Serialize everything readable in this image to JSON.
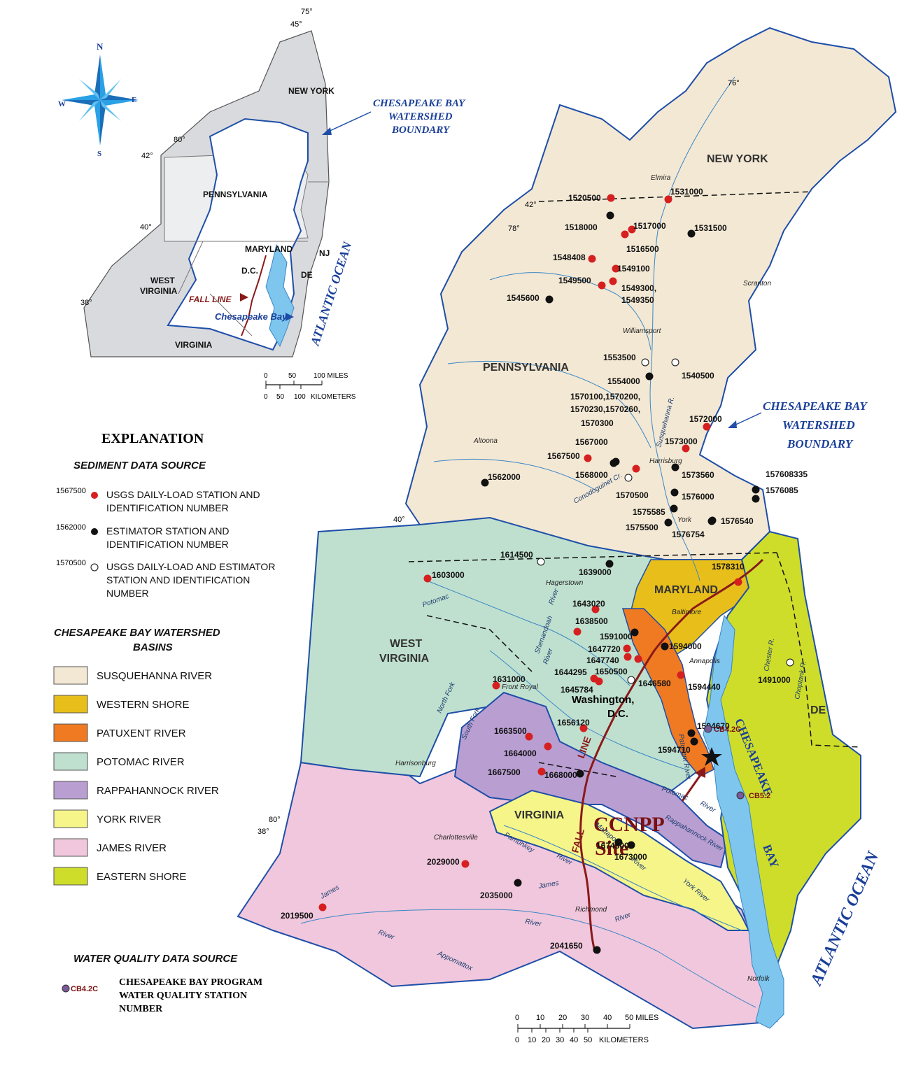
{
  "explanation": {
    "title": "EXPLANATION",
    "sediment_header": "SEDIMENT DATA SOURCE",
    "sediment_items": [
      {
        "code": "1567500",
        "text1": "USGS DAILY-LOAD STATION AND",
        "text2": "IDENTIFICATION NUMBER",
        "text3": "",
        "color": "#d62020"
      },
      {
        "code": "1562000",
        "text1": "ESTIMATOR STATION AND",
        "text2": "IDENTIFICATION NUMBER",
        "text3": "",
        "color": "#111111"
      },
      {
        "code": "1570500",
        "text1": "USGS DAILY-LOAD AND ESTIMATOR",
        "text2": "STATION AND IDENTIFICATION",
        "text3": "NUMBER",
        "color": "#ffffff"
      }
    ],
    "basins_header1": "CHESAPEAKE BAY WATERSHED",
    "basins_header2": "BASINS",
    "basins": [
      {
        "name": "SUSQUEHANNA RIVER",
        "color": "#f3e8d4"
      },
      {
        "name": "WESTERN SHORE",
        "color": "#e8bf1a"
      },
      {
        "name": "PATUXENT RIVER",
        "color": "#ef7a22"
      },
      {
        "name": "POTOMAC RIVER",
        "color": "#bfe0cf"
      },
      {
        "name": "RAPPAHANNOCK RIVER",
        "color": "#b99ed2"
      },
      {
        "name": "YORK RIVER",
        "color": "#f6f58a"
      },
      {
        "name": "JAMES RIVER",
        "color": "#f0c7dc"
      },
      {
        "name": "EASTERN SHORE",
        "color": "#cedd2a"
      }
    ],
    "wq_header": "WATER QUALITY DATA SOURCE",
    "wq_code": "CB4.2C",
    "wq_text1": "CHESAPEAKE BAY PROGRAM",
    "wq_text2": "WATER QUALITY STATION",
    "wq_text3": "NUMBER"
  },
  "inset": {
    "states": {
      "new_york": "NEW YORK",
      "pennsylvania": "PENNSYLVANIA",
      "maryland": "MARYLAND",
      "nj": "NJ",
      "dc": "D.C.",
      "de": "DE",
      "west": "WEST",
      "virginia_w": "VIRGINIA",
      "virginia": "VIRGINIA"
    },
    "watershed_label1": "CHESAPEAKE BAY",
    "watershed_label2": "WATERSHED",
    "watershed_label3": "BOUNDARY",
    "fall_line": "FALL LINE",
    "bay": "Chesapeake Bay",
    "ocean": "ATLANTIC OCEAN",
    "grid": {
      "lon75": "75°",
      "lat45": "45°",
      "lon80": "80°",
      "lat42": "42°",
      "lat40": "40°",
      "lat38": "38°"
    },
    "scale": {
      "miles": [
        "0",
        "50",
        "100 MILES"
      ],
      "km": [
        "0",
        "50",
        "100",
        "KILOMETERS"
      ]
    }
  },
  "compass": {
    "n": "N",
    "s": "S",
    "e": "E",
    "w": "W"
  },
  "main": {
    "states": {
      "new_york": "NEW YORK",
      "pennsylvania": "PENNSYLVANIA",
      "maryland": "MARYLAND",
      "west": "WEST",
      "virginia_w": "VIRGINIA",
      "virginia": "VIRGINIA",
      "de": "DE"
    },
    "watershed_label1": "CHESAPEAKE BAY",
    "watershed_label2": "WATERSHED",
    "watershed_label3": "BOUNDARY",
    "ocean": "ATLANTIC OCEAN",
    "bay1": "CHESAPEAKE",
    "bay2": "BAY",
    "fall": "FALL",
    "line": "LINE",
    "site1": "CCNPP",
    "site2": "Site",
    "grid": {
      "lon76": "76°",
      "lon78": "78°",
      "lon80": "80°",
      "lat42": "42°",
      "lat40": "40°",
      "lat38": "38°"
    },
    "cities": {
      "elmira": "Elmira",
      "scranton": "Scranton",
      "williamsport": "Williamsport",
      "altoona": "Altoona",
      "harrisburg": "Harrisburg",
      "york": "York",
      "hagerstown": "Hagerstown",
      "baltimore": "Baltimore",
      "annapolis": "Annapolis",
      "washington": "Washington,",
      "dc": "D.C.",
      "front_royal": "Front Royal",
      "harrisonburg": "Harrisonburg",
      "charlottesville": "Charlottesville",
      "richmond": "Richmond",
      "norfolk": "Norfolk"
    },
    "rivers": {
      "susquehanna": "Susquehanna R.",
      "conodoguinet": "Conodoguinet Cr.",
      "potomac_n": "Potomac",
      "shenandoah": "Shenandoah",
      "river_a": "River",
      "river_b": "River",
      "north_fork": "North Fork",
      "south_fork": "South Fork",
      "patuxent": "Patuxent River",
      "potomac_s": "Potomac",
      "river_c": "River",
      "rappahannock": "Rappahannock River",
      "york": "York River",
      "pamunkey": "Pamunkey",
      "river_d": "River",
      "mattaponi": "Mattaponi",
      "river_e": "River",
      "james_w": "James",
      "river_f": "River",
      "james_e": "James",
      "river_g": "River",
      "river_h": "River",
      "appomattox": "Appomattox",
      "chester": "Chester R.",
      "choptank": "Choptank R."
    },
    "stations": [
      {
        "id": "1520500",
        "type": "red"
      },
      {
        "id": "1531000",
        "type": "red"
      },
      {
        "id": "1518000",
        "type": "black"
      },
      {
        "id": "1517000",
        "type": "red"
      },
      {
        "id": "1531500",
        "type": "black"
      },
      {
        "id": "1516500",
        "type": "red"
      },
      {
        "id": "1548408",
        "type": "red"
      },
      {
        "id": "1549100",
        "type": "red"
      },
      {
        "id": "1549500",
        "type": "red"
      },
      {
        "id": "1549300,",
        "type": "red"
      },
      {
        "id": "1549350",
        "type": "none"
      },
      {
        "id": "1545600",
        "type": "black"
      },
      {
        "id": "1553500",
        "type": "white"
      },
      {
        "id": "1540500",
        "type": "white"
      },
      {
        "id": "1554000",
        "type": "black"
      },
      {
        "id": "1570100,1570200,",
        "type": "none"
      },
      {
        "id": "1570230,1570260,",
        "type": "none"
      },
      {
        "id": "1570300",
        "type": "red"
      },
      {
        "id": "1572000",
        "type": "red"
      },
      {
        "id": "1573000",
        "type": "red"
      },
      {
        "id": "1567000",
        "type": "black"
      },
      {
        "id": "1567500",
        "type": "red"
      },
      {
        "id": "1568000",
        "type": "black"
      },
      {
        "id": "1573560",
        "type": "black"
      },
      {
        "id": "1562000",
        "type": "black"
      },
      {
        "id": "1570500",
        "type": "white"
      },
      {
        "id": "1576000",
        "type": "black"
      },
      {
        "id": "1575585",
        "type": "black"
      },
      {
        "id": "1575500",
        "type": "black"
      },
      {
        "id": "1576754",
        "type": "black"
      },
      {
        "id": "1576540",
        "type": "black"
      },
      {
        "id": "157608335",
        "type": "black"
      },
      {
        "id": "1576085",
        "type": "black"
      },
      {
        "id": "1614500",
        "type": "white"
      },
      {
        "id": "1639000",
        "type": "black"
      },
      {
        "id": "1578310",
        "type": "red"
      },
      {
        "id": "1603000",
        "type": "red"
      },
      {
        "id": "1643020",
        "type": "red"
      },
      {
        "id": "1638500",
        "type": "red"
      },
      {
        "id": "1591000",
        "type": "black"
      },
      {
        "id": "1647720",
        "type": "red"
      },
      {
        "id": "1647740",
        "type": "red"
      },
      {
        "id": "1594000",
        "type": "black"
      },
      {
        "id": "1631000",
        "type": "red"
      },
      {
        "id": "1644295",
        "type": "red"
      },
      {
        "id": "1650500",
        "type": "red"
      },
      {
        "id": "1646580",
        "type": "white"
      },
      {
        "id": "1594440",
        "type": "red"
      },
      {
        "id": "1491000",
        "type": "white"
      },
      {
        "id": "1645784",
        "type": "red"
      },
      {
        "id": "1656120",
        "type": "red"
      },
      {
        "id": "1594670",
        "type": "black"
      },
      {
        "id": "1663500",
        "type": "red"
      },
      {
        "id": "1664000",
        "type": "red"
      },
      {
        "id": "1594710",
        "type": "black"
      },
      {
        "id": "1667500",
        "type": "red"
      },
      {
        "id": "1668000",
        "type": "black"
      },
      {
        "id": "1674500",
        "type": "black"
      },
      {
        "id": "1673000",
        "type": "black"
      },
      {
        "id": "2029000",
        "type": "red"
      },
      {
        "id": "2035000",
        "type": "black"
      },
      {
        "id": "2019500",
        "type": "red"
      },
      {
        "id": "2041650",
        "type": "black"
      }
    ],
    "wq_stations": [
      "CB4.2C",
      "CB5.2"
    ]
  },
  "scale": {
    "miles": [
      "0",
      "10",
      "20",
      "30",
      "40",
      "50 MILES"
    ],
    "km": [
      "0",
      "10",
      "20",
      "30",
      "40",
      "50",
      "KILOMETERS"
    ]
  }
}
